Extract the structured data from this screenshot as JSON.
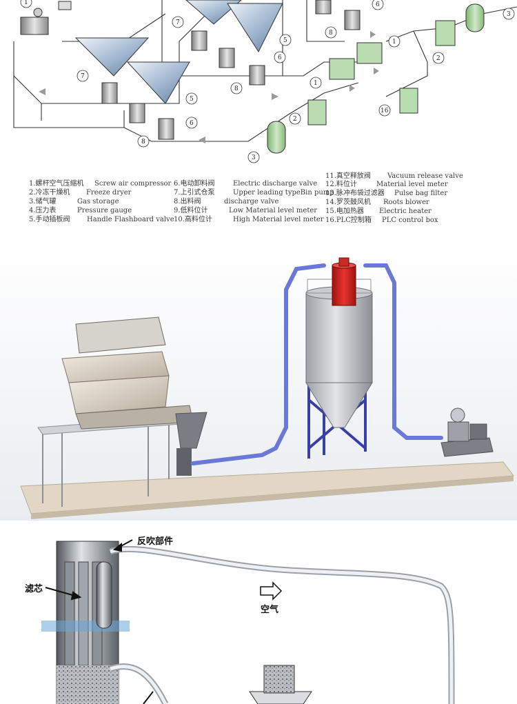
{
  "diagram": {
    "callouts": [
      "1",
      "2",
      "3",
      "5",
      "6",
      "7",
      "8",
      "16"
    ]
  },
  "legend": {
    "col1": [
      {
        "zh": "1.螺杆空气压缩机",
        "en": "Screw air compressor"
      },
      {
        "zh": "2.冷冻干燥机",
        "en": "Freeze dryer"
      },
      {
        "zh": "3.储气罐",
        "en": "Gas storage"
      },
      {
        "zh": "4.压力表",
        "en": "Pressure gauge"
      },
      {
        "zh": "5.手动插板阀",
        "en": "Handle Flashboard valve"
      }
    ],
    "col2": [
      {
        "zh": "6.电动卸料阀",
        "en": "Electric discharge valve"
      },
      {
        "zh": "7.上引式仓泵",
        "en": "Upper leading typeBin pump"
      },
      {
        "zh": "8.出料阀",
        "en": "discharge valve"
      },
      {
        "zh": "9.低料位计",
        "en": "Low  Material level meter"
      },
      {
        "zh": "10.高料位计",
        "en": "High Material level meter"
      }
    ],
    "col3": [
      {
        "zh": "11.真空释放阀",
        "en": "Vacuum release valve"
      },
      {
        "zh": "12.料位计",
        "en": "Material level meter"
      },
      {
        "zh": "13.脉冲布袋过滤器",
        "en": "Pulse bag filter"
      },
      {
        "zh": "14.罗茨鼓风机",
        "en": "Roots blower"
      },
      {
        "zh": "15.电加热器",
        "en": "Electric heater"
      },
      {
        "zh": "16.PLC控制箱",
        "en": "PLC control box"
      }
    ]
  },
  "detail": {
    "backflush_label": "反吹部件",
    "filter_label": "滤芯",
    "air_label": "空气"
  },
  "colors": {
    "tank_green": "#a9d4a0",
    "hopper_blue": "#8aa7c4",
    "pipe_blue": "#6a78d8",
    "filter_red": "#d8201c",
    "frame_blue": "#3a3fa8",
    "base_beige": "#e2d7c4"
  }
}
